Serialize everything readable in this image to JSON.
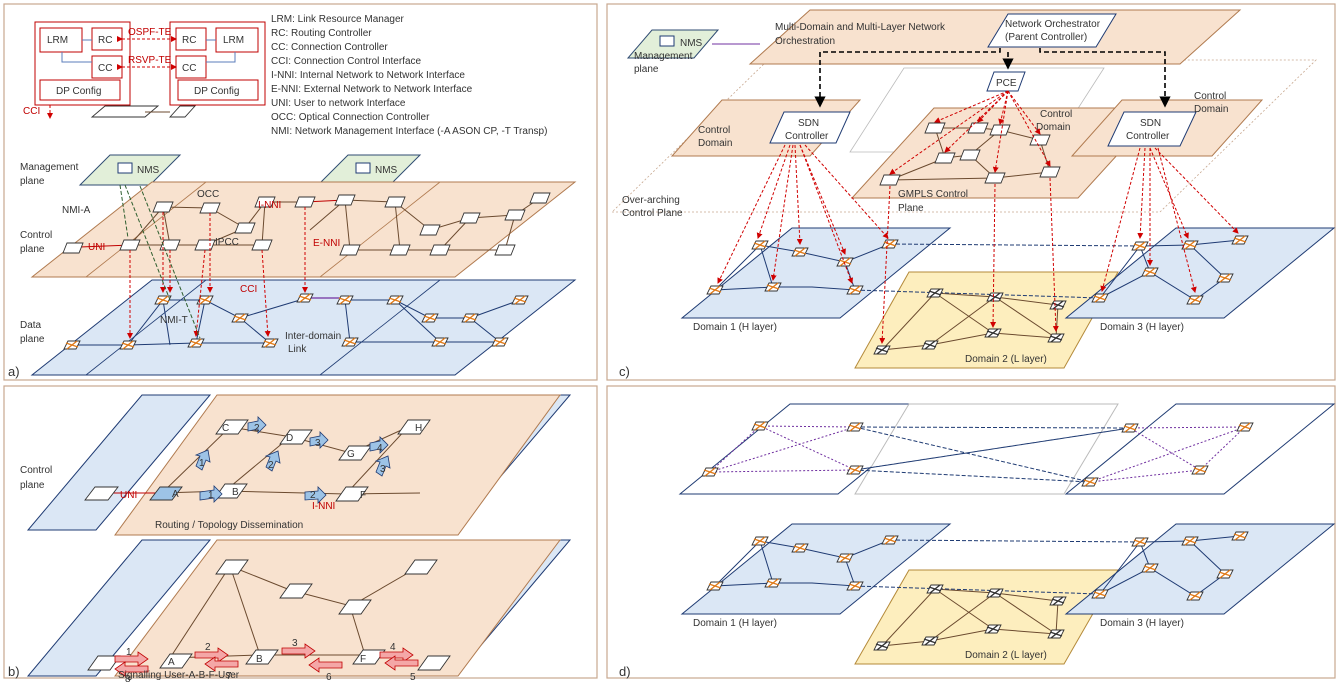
{
  "panel_a": {
    "label": "a)",
    "lrm1": "LRM",
    "rc1": "RC",
    "cc1": "CC",
    "dp1": "DP Config",
    "rc2": "RC",
    "lrm2": "LRM",
    "cc2": "CC",
    "dp2": "DP Config",
    "ospf": "OSPF-TE",
    "rsvp": "RSVP-TE",
    "cci_red": "CCI",
    "legend": [
      "LRM: Link Resource Manager",
      "RC: Routing Controller",
      "CC: Connection Controller",
      "CCI: Connection Control Interface",
      "I-NNI: Internal Network to Network Interface",
      "E-NNI: External Network to Network Interface",
      "UNI: User to network Interface",
      "OCC: Optical Connection Controller",
      "NMI: Network Management Interface (-A ASON CP, -T Transp)"
    ],
    "mgmt_plane_1": "Management",
    "mgmt_plane_2": "plane",
    "ctrl_plane_1": "Control",
    "ctrl_plane_2": "plane",
    "data_plane_1": "Data",
    "data_plane_2": "plane",
    "nms1": "NMS",
    "nms2": "NMS",
    "occ": "OCC",
    "nmia": "NMI-A",
    "inni": "I-NNI",
    "uni": "UNI",
    "ipcc": "IPCC",
    "enni": "E-NNI",
    "cci": "CCI",
    "nmit": "NMI-T",
    "interdomain_1": "Inter-domain",
    "interdomain_2": "Link"
  },
  "panel_b": {
    "label": "b)",
    "ctrl_1": "Control",
    "ctrl_2": "plane",
    "nodes": [
      "C",
      "D",
      "G",
      "H",
      "A",
      "B",
      "F"
    ],
    "uni": "UNI",
    "inni": "I-NNI",
    "routing": "Routing / Topology  Dissemination",
    "steps_top": [
      "2",
      "3",
      "4",
      "1",
      "2",
      "1",
      "2",
      "3"
    ],
    "sig_nodes": [
      "A",
      "B",
      "F"
    ],
    "sig_steps": [
      "1",
      "2",
      "3",
      "4",
      "8",
      "7",
      "6",
      "5"
    ],
    "signalling": "Signalling User-A-B-F-User"
  },
  "panel_c": {
    "label": "c)",
    "nms": "NMS",
    "mgmt_1": "Management",
    "mgmt_2": "plane",
    "orch_1": "Multi-Domain and Multi-Layer Network",
    "orch_2": "Orchestration",
    "parent_1": "Network Orchestrator",
    "parent_2": "(Parent Controller)",
    "pce": "PCE",
    "ctrl_domain_l_1": "Control",
    "ctrl_domain_l_2": "Domain",
    "sdn_l_1": "SDN",
    "sdn_l_2": "Controller",
    "ctrl_domain_m_1": "Control",
    "ctrl_domain_m_2": "Domain",
    "gmpls_1": "GMPLS Control",
    "gmpls_2": "Plane",
    "sdn_r_1": "SDN",
    "sdn_r_2": "Controller",
    "ctrl_domain_r_1": "Control",
    "ctrl_domain_r_2": "Domain",
    "overarch_1": "Over-arching",
    "overarch_2": "Control Plane",
    "domain1": "Domain 1 (H layer)",
    "domain2": "Domain 2 (L layer)",
    "domain3": "Domain 3 (H layer)"
  },
  "panel_d": {
    "label": "d)",
    "domain1": "Domain 1 (H layer)",
    "domain2": "Domain 2 (L layer)",
    "domain3": "Domain 3 (H layer)"
  }
}
